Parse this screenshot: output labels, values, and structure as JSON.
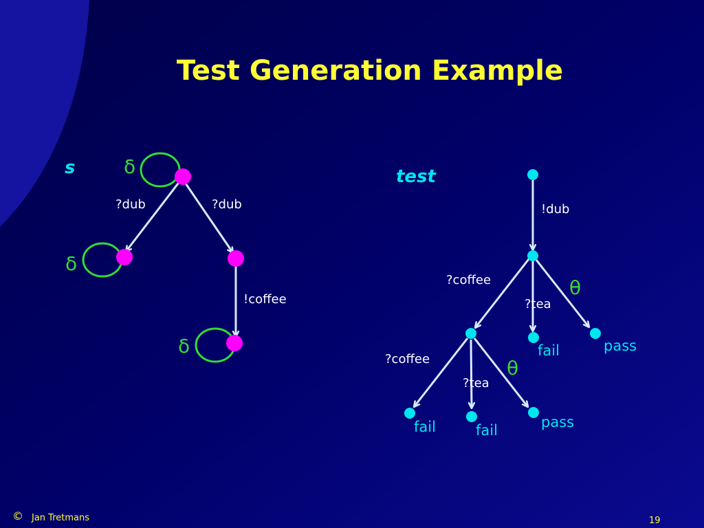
{
  "slide": {
    "title": "Test Generation Example",
    "footer": {
      "copyright_symbol": "©",
      "author": "Jan Tretmans",
      "page_number": "19"
    }
  },
  "colors": {
    "background": "#00006b",
    "title": "#ffff33",
    "spec_node": "#ff00ff",
    "test_node": "#00e5ee",
    "loop": "#33dd33",
    "edge": "#d8eaff",
    "section_label": "#00e5ee",
    "edge_label": "#ffffff"
  },
  "spec": {
    "label": "s",
    "loops": [
      "δ",
      "δ",
      "δ"
    ],
    "edges": [
      "?dub",
      "?dub",
      "!coffee"
    ]
  },
  "test": {
    "label": "test",
    "edges": [
      "!dub",
      "?coffee",
      "?tea",
      "?coffee",
      "?tea"
    ],
    "thetas": [
      "θ",
      "θ"
    ],
    "verdicts": [
      "fail",
      "pass",
      "fail",
      "fail",
      "pass"
    ]
  }
}
